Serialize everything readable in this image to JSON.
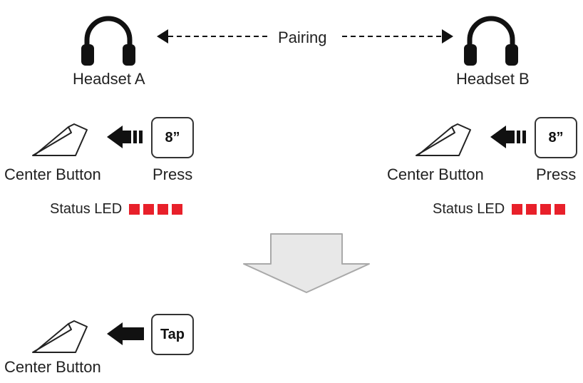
{
  "pairing_label": "Pairing",
  "headsets": [
    {
      "name": "Headset A",
      "icon": "headphones-icon"
    },
    {
      "name": "Headset B",
      "icon": "headphones-icon"
    }
  ],
  "press_steps": [
    {
      "button_label": "Center Button",
      "key_text": "8”",
      "action_label": "Press",
      "led_label": "Status LED",
      "led_color": "#e8202a"
    },
    {
      "button_label": "Center Button",
      "key_text": "8”",
      "action_label": "Press",
      "led_label": "Status LED",
      "led_color": "#e8202a"
    }
  ],
  "tap_step": {
    "button_label": "Center Button",
    "key_text": "Tap"
  },
  "colors": {
    "led_red": "#e8202a",
    "down_arrow_fill": "#e8e8e8",
    "stroke": "#222222"
  }
}
